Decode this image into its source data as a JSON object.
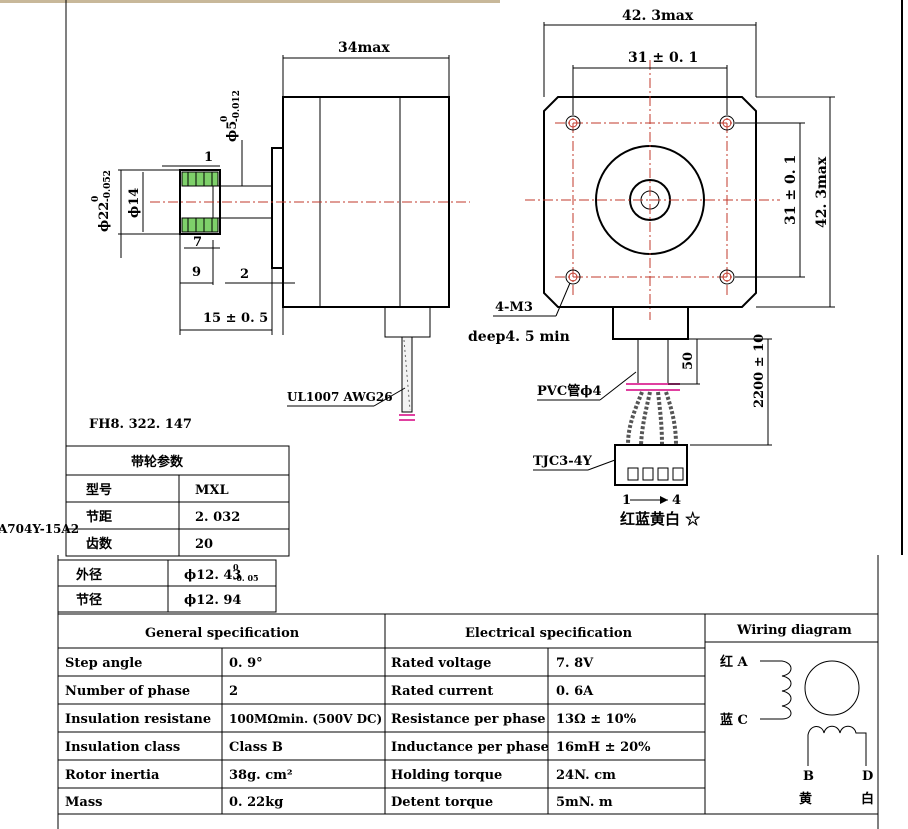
{
  "side_view": {
    "length_label": "34max",
    "shaft_label": "ϕ5",
    "shaft_tol_upper": "0",
    "shaft_tol_lower": "-0.012",
    "pulley_od_label": "ϕ22",
    "pulley_od_tol_upper": "0",
    "pulley_od_tol_lower": "-0.052",
    "pulley_hub_label": "ϕ14",
    "dim_1": "1",
    "dim_7": "7",
    "dim_9": "9",
    "dim_2": "2",
    "dim_15": "15 ± 0. 5",
    "cable_label": "UL1007 AWG26"
  },
  "front_view": {
    "width_label": "42. 3max",
    "hole_spacing_label": "31 ± 0. 1",
    "hole_spacing_v_label": "31 ± 0. 1",
    "height_label": "42. 3max",
    "thread_label": "4-M3",
    "depth_label": "deep4. 5 min",
    "pvc_label": "PVC管ϕ4",
    "dim_50": "50",
    "cable_length": "2200 ± 10",
    "connector_label": "TJC3-4Y",
    "pin_left": "1",
    "pin_right": "4",
    "wire_colors": "红蓝黄白 ☆"
  },
  "part_number": "FH8. 322. 147",
  "model_fragment": "A704Y-15A2",
  "pulley_table": {
    "title": "带轮参数",
    "rows": [
      {
        "label": "型号",
        "value": "MXL"
      },
      {
        "label": "节距",
        "value": "2. 032"
      },
      {
        "label": "齿数",
        "value": "20"
      },
      {
        "label": "外径",
        "value": "ϕ12. 43",
        "tol_upper": "0",
        "tol_lower": "-0. 05"
      },
      {
        "label": "节径",
        "value": "ϕ12. 94"
      }
    ]
  },
  "spec_table": {
    "general_header": "General  specification",
    "electrical_header": "Electrical  specification",
    "wiring_header": "Wiring diagram",
    "general_rows": [
      {
        "label": "Step angle",
        "value": "0. 9°"
      },
      {
        "label": "Number of phase",
        "value": "2"
      },
      {
        "label": "Insulation resistane",
        "value": "100MΩmin. (500V DC)"
      },
      {
        "label": "Insulation class",
        "value": "Class B"
      },
      {
        "label": "Rotor inertia",
        "value": "38g. cm²"
      },
      {
        "label": "Mass",
        "value": "0. 22kg"
      }
    ],
    "electrical_rows": [
      {
        "label": "Rated voltage",
        "value": "7. 8V"
      },
      {
        "label": "Rated current",
        "value": "0. 6A"
      },
      {
        "label": "Resistance per phase",
        "value": "13Ω ± 10%"
      },
      {
        "label": "Inductance per phase",
        "value": "16mH ± 20%"
      },
      {
        "label": "Holding torque",
        "value": "24N. cm"
      },
      {
        "label": "Detent torque",
        "value": "5mN. m"
      }
    ],
    "wiring": {
      "wire_a": "红 A",
      "wire_c": "蓝 C",
      "wire_b": "B",
      "wire_d": "D",
      "wire_b_color": "黄",
      "wire_d_color": "白"
    }
  }
}
